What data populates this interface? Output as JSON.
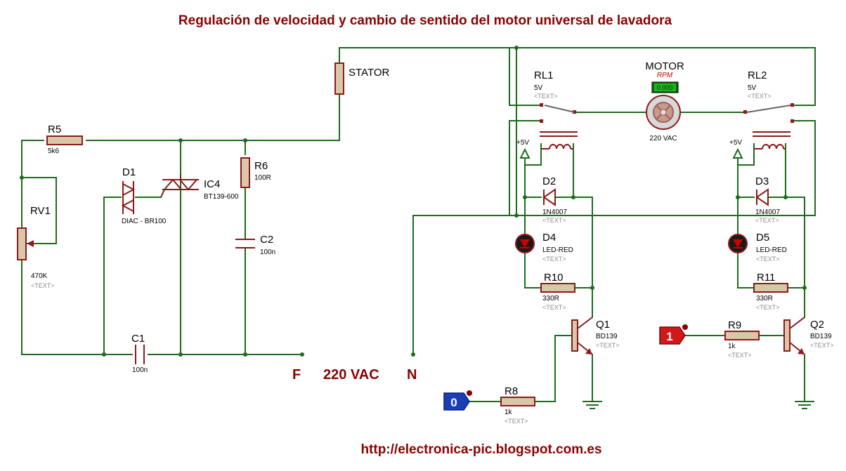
{
  "title": "Regulación de velocidad y cambio de sentido del motor universal de lavadora",
  "url": "http://electronica-pic.blogspot.com.es",
  "supply": {
    "phase": "F",
    "voltage": "220 VAC",
    "neutral": "N"
  },
  "components": {
    "r5": {
      "ref": "R5",
      "value": "5k6"
    },
    "rv1": {
      "ref": "RV1",
      "value": "470K",
      "text": "<TEXT>"
    },
    "d1": {
      "ref": "D1",
      "value": "DIAC - BR100"
    },
    "ic4": {
      "ref": "IC4",
      "value": "BT139-600"
    },
    "r6": {
      "ref": "R6",
      "value": "100R"
    },
    "c2": {
      "ref": "C2",
      "value": "100n"
    },
    "c1": {
      "ref": "C1",
      "value": "100n"
    },
    "stator": {
      "ref": "STATOR"
    },
    "motor": {
      "ref": "MOTOR",
      "rpm": "RPM",
      "display": "0.000",
      "value": "220 VAC"
    },
    "rl1": {
      "ref": "RL1",
      "value": "5V",
      "text": "<TEXT>"
    },
    "rl2": {
      "ref": "RL2",
      "value": "5V",
      "text": "<TEXT>"
    },
    "vcc1": {
      "label": "+5V"
    },
    "vcc2": {
      "label": "+5V"
    },
    "d2": {
      "ref": "D2",
      "value": "1N4007",
      "text": "<TEXT>"
    },
    "d3": {
      "ref": "D3",
      "value": "1N4007",
      "text": "<TEXT>"
    },
    "d4": {
      "ref": "D4",
      "value": "LED-RED",
      "text": "<TEXT>"
    },
    "d5": {
      "ref": "D5",
      "value": "LED-RED",
      "text": "<TEXT>"
    },
    "r10": {
      "ref": "R10",
      "value": "330R",
      "text": "<TEXT>"
    },
    "r11": {
      "ref": "R11",
      "value": "330R",
      "text": "<TEXT>"
    },
    "q1": {
      "ref": "Q1",
      "value": "BD139",
      "text": "<TEXT>"
    },
    "q2": {
      "ref": "Q2",
      "value": "BD139",
      "text": "<TEXT>"
    },
    "r8": {
      "ref": "R8",
      "value": "1k",
      "text": "<TEXT>"
    },
    "r9": {
      "ref": "R9",
      "value": "1k",
      "text": "<TEXT>"
    }
  },
  "logic_inputs": {
    "in_left": {
      "state": "0",
      "color": "#1a3fb5"
    },
    "in_right": {
      "state": "1",
      "color": "#d01818"
    }
  },
  "colors": {
    "wire": "#1f6b1f",
    "component": "#8b1a1a",
    "title": "#8b0000",
    "resistor_fill": "#d9c7a7"
  }
}
